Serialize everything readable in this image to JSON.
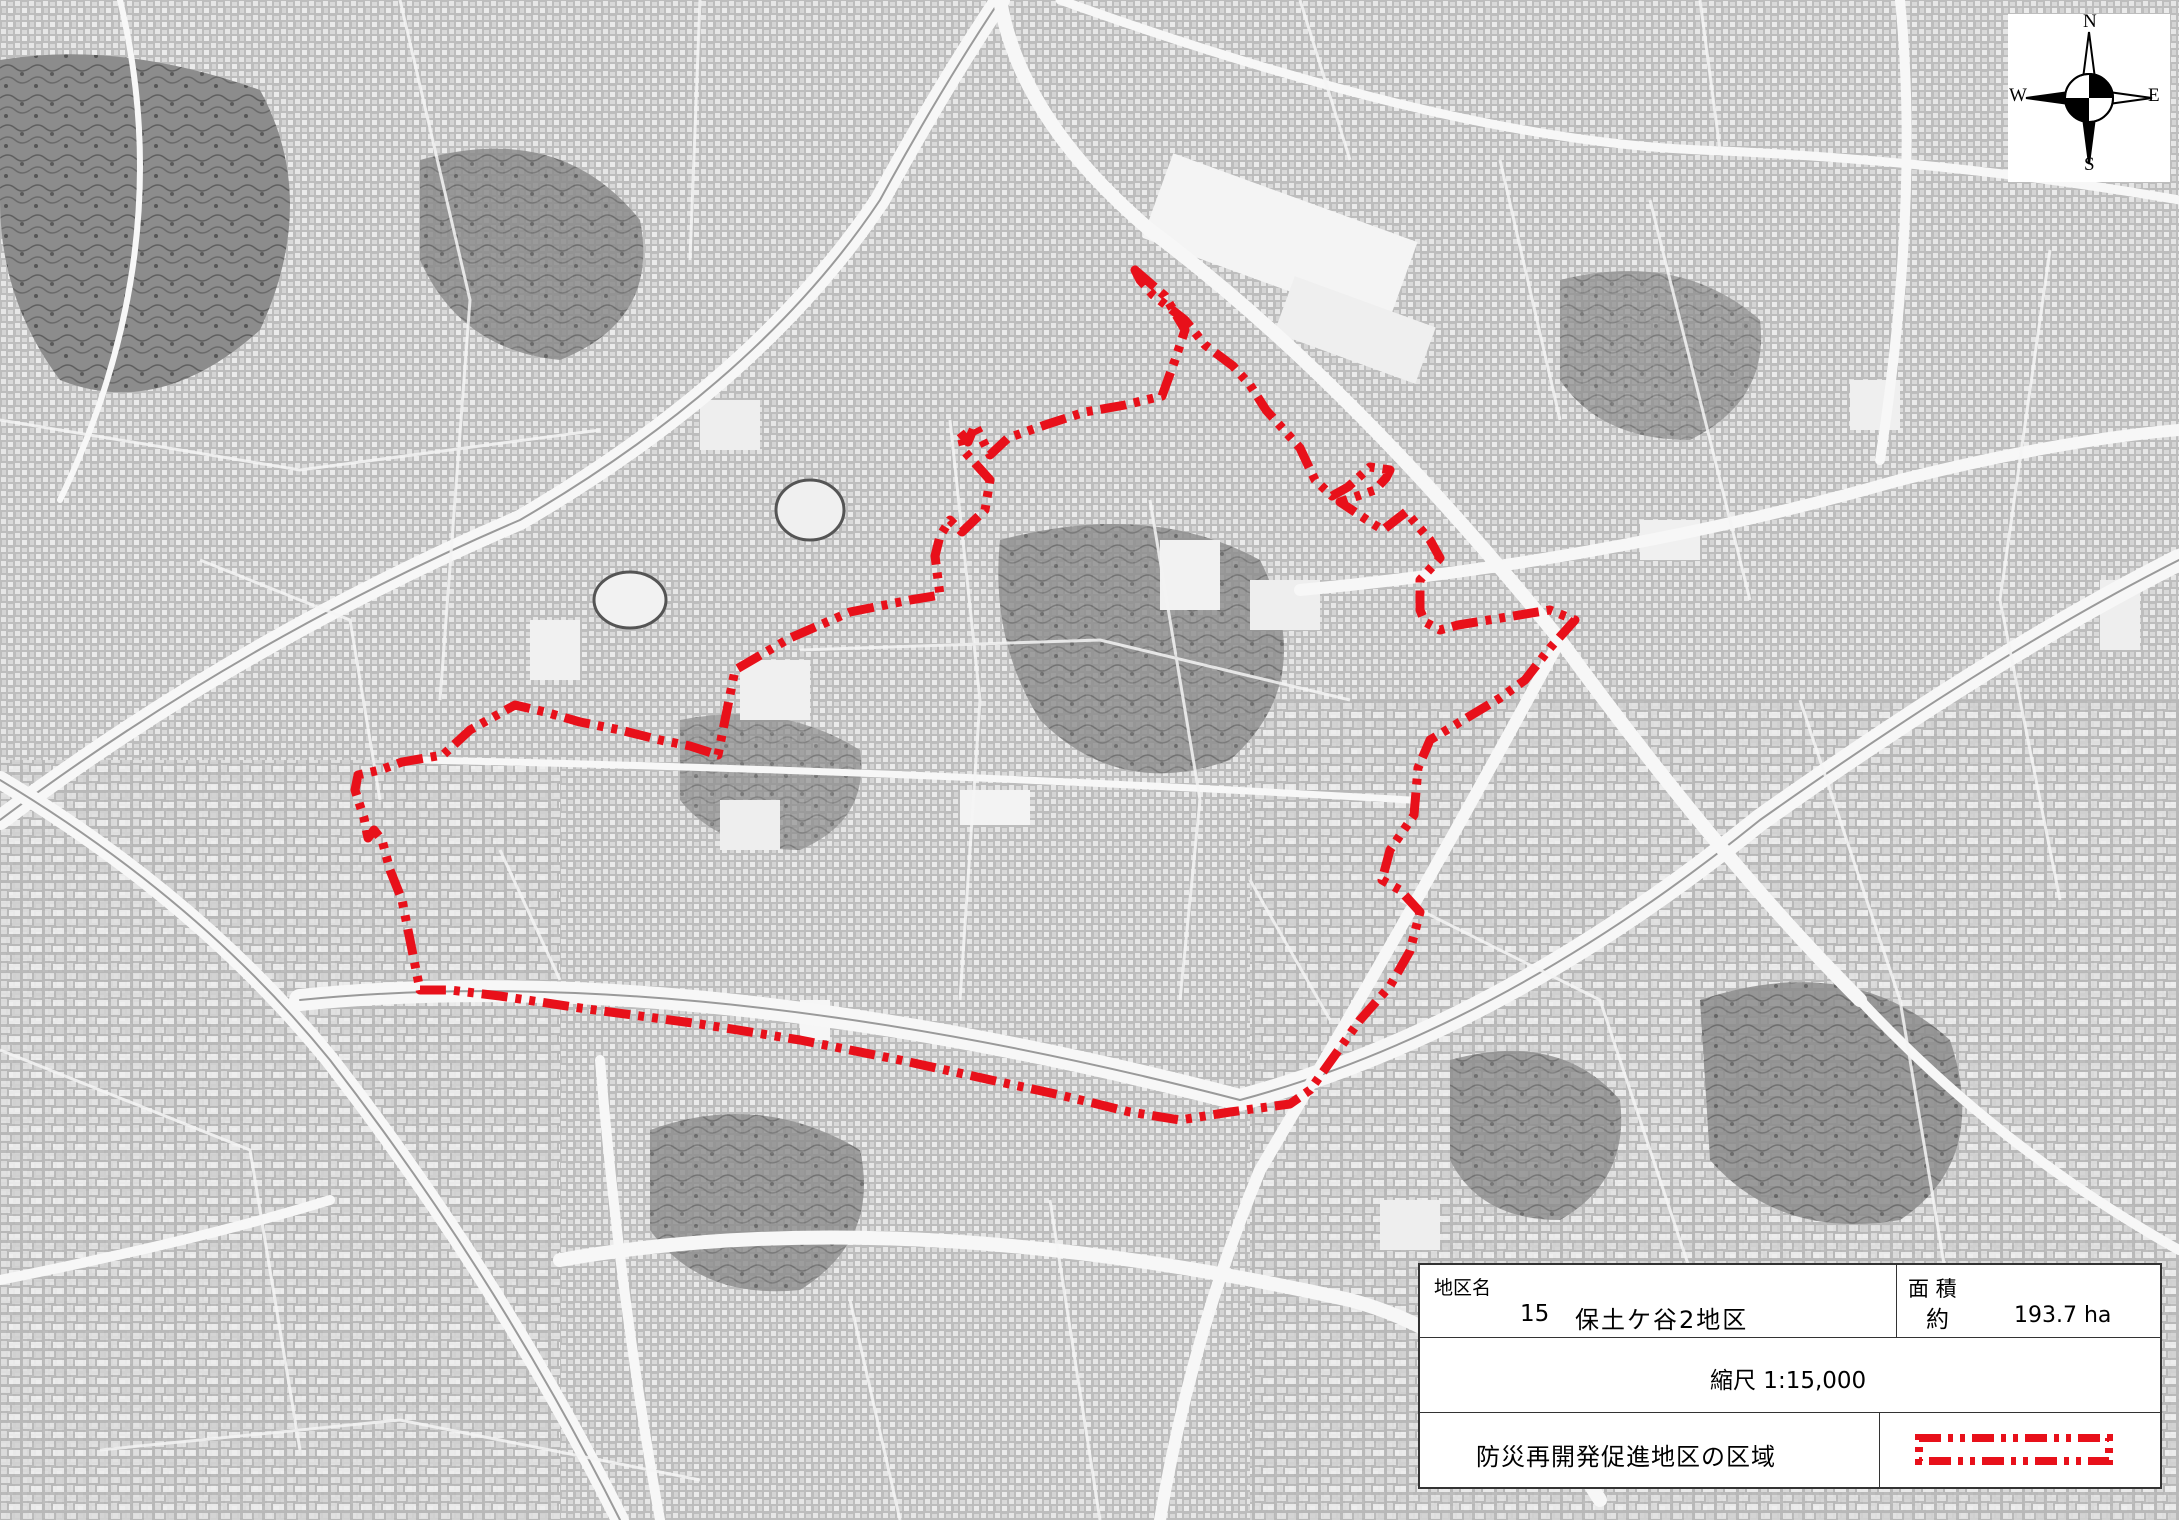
{
  "map": {
    "boundary_color": "#e8101a",
    "background_color": "#cfcfcf",
    "street_color": "#ffffff"
  },
  "compass": {
    "north": "N",
    "south": "S",
    "east": "E",
    "west": "W"
  },
  "info": {
    "district_name_label": "地区名",
    "district_number": "15",
    "district_name": "保土ケ谷2地区",
    "area_label": "面 積",
    "area_prefix": "約",
    "area_value": "193.7 ha",
    "scale_text": "縮尺 1:15,000",
    "legend_label": "防災再開発促進地区の区域"
  }
}
